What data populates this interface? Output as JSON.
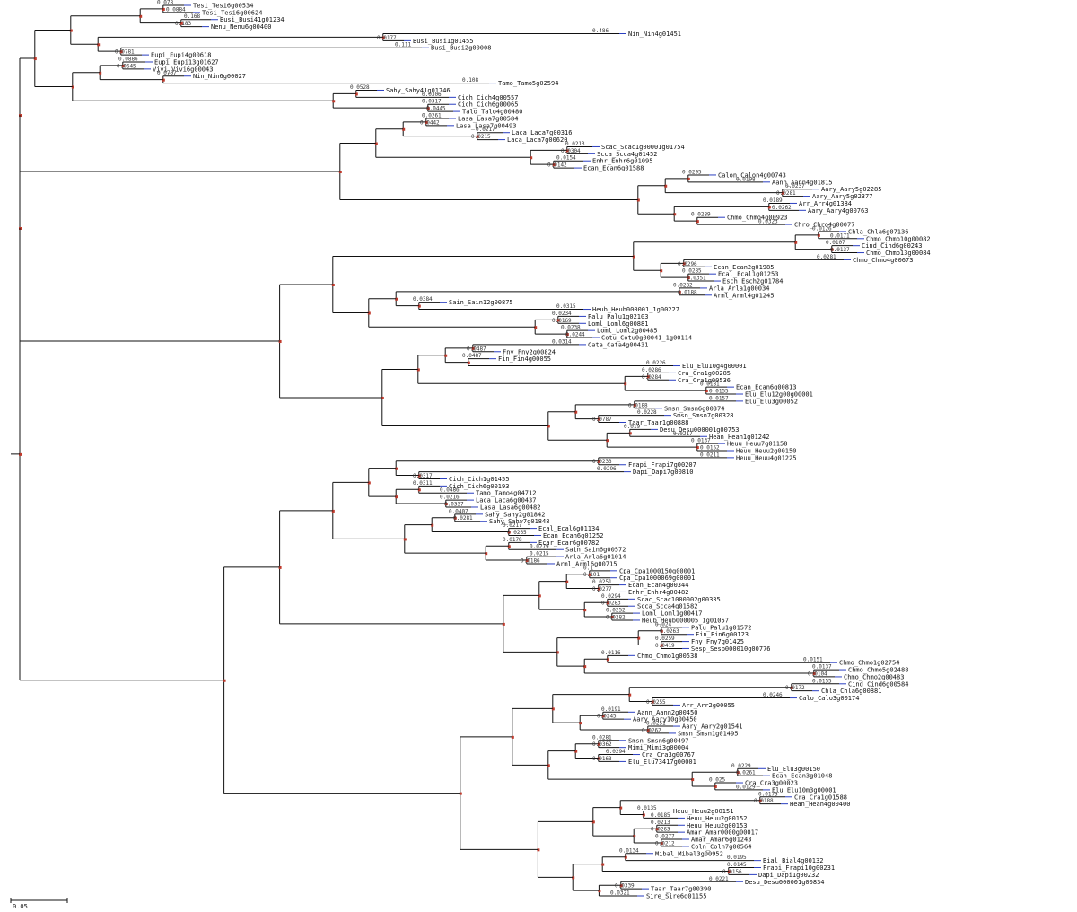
{
  "scale_bar": {
    "label": "0.05"
  },
  "leaves": [
    {
      "name": "Tesi_Tesi6g00534",
      "value": "0.078"
    },
    {
      "name": "Tesi_Tesi6g00624",
      "value": "0.0884"
    },
    {
      "name": "Busi_Busi41g01234",
      "value": "0.168"
    },
    {
      "name": "Nenu_Nenu6g00400",
      "value": "0.183"
    },
    {
      "name": "Nin_Nin4g01451",
      "value": "0.486"
    },
    {
      "name": "Busi_Busi1g01455",
      "value": "0.0177"
    },
    {
      "name": "Busi_Busi2g00008",
      "value": "0.111"
    },
    {
      "name": "Eupi_Eupi4g00618",
      "value": "0.0781"
    },
    {
      "name": "Eupi_Eupi13g01627",
      "value": "0.0886"
    },
    {
      "name": "Vivi_Vivi6g00043",
      "value": "0.0645"
    },
    {
      "name": "Nin_Nin6g00027",
      "value": "0.0707"
    },
    {
      "name": "Tamo_Tamo5g02594",
      "value": "0.108"
    },
    {
      "name": "Sahy_Sahy41g01746",
      "value": "0.0528"
    },
    {
      "name": "Cich_Cich4g00557",
      "value": "0.0306"
    },
    {
      "name": "Cich_Cich6g00065",
      "value": "0.0317"
    },
    {
      "name": "Talo_Talo4g00480",
      "value": "0.0445"
    },
    {
      "name": "Lasa_Lasa7g00584",
      "value": "0.0261"
    },
    {
      "name": "Lasa_Lasa7g00493",
      "value": "0.0442"
    },
    {
      "name": "Laca_Laca7g00316",
      "value": "0.0217"
    },
    {
      "name": "Laca_Laca7g00620",
      "value": "0.0215"
    },
    {
      "name": "Scac_Scac1g00001g01754",
      "value": "0.0213"
    },
    {
      "name": "Scca_Scca4g01452",
      "value": "0.0304"
    },
    {
      "name": "Enhr_Enhr6g01095",
      "value": "0.0154"
    },
    {
      "name": "Ecan_Ecan6g01588",
      "value": "0.0142"
    },
    {
      "name": "Calon_Calon4g00743",
      "value": "0.0295"
    },
    {
      "name": "Aann_Aann4g01815",
      "value": "0.0198"
    },
    {
      "name": "Aary_Aary5g02285",
      "value": "0.0237"
    },
    {
      "name": "Aary_Aary5g02377",
      "value": "0.0281"
    },
    {
      "name": "Arr_Arr4g01384",
      "value": "0.0189"
    },
    {
      "name": "Aary_Aary4g00763",
      "value": "0.0262"
    },
    {
      "name": "Chmo_Chmo4g00923",
      "value": "0.0289"
    },
    {
      "name": "Chro_Chro4g00077",
      "value": "0.0323"
    },
    {
      "name": "Chla_Chla6g07136",
      "value": "0.0126"
    },
    {
      "name": "Chmo_Chmo10g00082",
      "value": "0.0171"
    },
    {
      "name": "Cind_Cind6g00243",
      "value": "0.0107"
    },
    {
      "name": "Chmo_Chmo13g00084",
      "value": "0.0137"
    },
    {
      "name": "Chmo_Chmo4g00673",
      "value": "0.0281"
    },
    {
      "name": "Ecan_Ecan2g01985",
      "value": "0.0296"
    },
    {
      "name": "Ecal_Ecal1g01253",
      "value": "0.0285"
    },
    {
      "name": "Esch_Esch2g01784",
      "value": "0.0351"
    },
    {
      "name": "Arla_Arla1g00034",
      "value": "0.0282"
    },
    {
      "name": "Arml_Arml4g01245",
      "value": "0.0188"
    },
    {
      "name": "Sain_Sain12g00875",
      "value": "0.0384"
    },
    {
      "name": "Heub_Heub000001_1g00227",
      "value": "0.0315"
    },
    {
      "name": "Palu_Palu1g02103",
      "value": "0.0234"
    },
    {
      "name": "Loml_Loml6g00881",
      "value": "0.0169"
    },
    {
      "name": "Loml_Loml2g00485",
      "value": "0.0238"
    },
    {
      "name": "Cotu_Cotu0g00041_1g00114",
      "value": "0.0244"
    },
    {
      "name": "Cata_Cata4g00431",
      "value": "0.0314"
    },
    {
      "name": "Fny_Fny2g00824",
      "value": "0.0487"
    },
    {
      "name": "Fin_Fin4g00055",
      "value": "0.0487"
    },
    {
      "name": "Elu_Elu10g4g00001",
      "value": "0.0226"
    },
    {
      "name": "Cra_Cra1g00285",
      "value": "0.0286"
    },
    {
      "name": "Cra_Cra1g00536",
      "value": "0.0284"
    },
    {
      "name": "Ecan_Ecan6g00813",
      "value": "0.0181"
    },
    {
      "name": "Elu_Elu12g00g00001",
      "value": "0.0155"
    },
    {
      "name": "Elu_Elu3g00052",
      "value": "0.0157"
    },
    {
      "name": "Smsn_Smsn6g00374",
      "value": "0.0188"
    },
    {
      "name": "Smsn_Smsn7g00328",
      "value": "0.0228"
    },
    {
      "name": "Taar_Taar1g00888",
      "value": "0.0787"
    },
    {
      "name": "Desu_Desu000001g00753",
      "value": "0.019"
    },
    {
      "name": "Hean_Hean1g01242",
      "value": "0.0217"
    },
    {
      "name": "Heuu_Heuu7g01158",
      "value": "0.0137"
    },
    {
      "name": "Heuu_Heuu2g00150",
      "value": "0.0152"
    },
    {
      "name": "Heuu_Heuu4g01225",
      "value": "0.0211"
    },
    {
      "name": "Frapi_Frapi7g00207",
      "value": "0.0233"
    },
    {
      "name": "Dapi_Dapi7g00810",
      "value": "0.0296"
    },
    {
      "name": "Cich_Cich1g01455",
      "value": "0.0317"
    },
    {
      "name": "Cich_Cich6g00193",
      "value": "0.0311"
    },
    {
      "name": "Tamo_Tamo4g04712",
      "value": "0.0486"
    },
    {
      "name": "Laca_Laca6g00437",
      "value": "0.0216"
    },
    {
      "name": "Lasa_Lasa6g00482",
      "value": "0.0337"
    },
    {
      "name": "Sahy_Sahy2g01842",
      "value": "0.0407"
    },
    {
      "name": "Sahy_Sahy7g01848",
      "value": "0.0281"
    },
    {
      "name": "Ecal_Ecal6g01134",
      "value": "0.0217"
    },
    {
      "name": "Ecan_Ecan6g01252",
      "value": "0.0265"
    },
    {
      "name": "Ecar_Ecar6g00782",
      "value": "0.0178"
    },
    {
      "name": "Sain_Sain6g00572",
      "value": "0.0279"
    },
    {
      "name": "Arla_Arla6g01014",
      "value": "0.0215"
    },
    {
      "name": "Arml_Arml6g00715",
      "value": "0.0186"
    },
    {
      "name": "Cpa_Cpa1000150g00001",
      "value": "0.1"
    },
    {
      "name": "Cpa_Cpa1000069g00001",
      "value": "0.101"
    },
    {
      "name": "Ecan_Ecan4g00344",
      "value": "0.0251"
    },
    {
      "name": "Enhr_Enhr4g00482",
      "value": "0.0277"
    },
    {
      "name": "Scac_Scac1000002g00335",
      "value": "0.0294"
    },
    {
      "name": "Scca_Scca4g01582",
      "value": "0.0283"
    },
    {
      "name": "Loml_Loml1g00417",
      "value": "0.0252"
    },
    {
      "name": "Heub_Heub000005_1g01057",
      "value": "0.0282"
    },
    {
      "name": "Palu_Palu1g01572",
      "value": "0.024"
    },
    {
      "name": "Fin_Fin6g00123",
      "value": "0.0263"
    },
    {
      "name": "Fny_Fny7g01425",
      "value": "0.0259"
    },
    {
      "name": "Sesp_Sesp000010g00776",
      "value": "0.0419"
    },
    {
      "name": "Chmo_Chmo1g00538",
      "value": "0.0116"
    },
    {
      "name": "Chmo_Chmo1g02754",
      "value": "0.0151"
    },
    {
      "name": "Chmo_Chmo5g02488",
      "value": "0.0137"
    },
    {
      "name": "Chmo_Chmo2g00483",
      "value": "0.0104"
    },
    {
      "name": "Cind_Cind6g00584",
      "value": "0.0155"
    },
    {
      "name": "Chla_Chla6g00881",
      "value": "0.0172"
    },
    {
      "name": "Calo_Calo3g00174",
      "value": "0.0246"
    },
    {
      "name": "Arr_Arr2g00055",
      "value": "0.0255"
    },
    {
      "name": "Aann_Aann2g00450",
      "value": "0.0191"
    },
    {
      "name": "Aary_Aary10g00450",
      "value": "0.0245"
    },
    {
      "name": "Aary_Aary2g01541",
      "value": "0.0251"
    },
    {
      "name": "Smsn_Smsn1g01495",
      "value": "0.0262"
    },
    {
      "name": "Smsn_Smsn6g00497",
      "value": "0.0281"
    },
    {
      "name": "Mimi_Mimi3g00004",
      "value": "0.0362"
    },
    {
      "name": "Cra_Cra3g00767",
      "value": "0.0294"
    },
    {
      "name": "Elu_Elu73417g00001",
      "value": "0.0163"
    },
    {
      "name": "Elu_Elu3g00150",
      "value": "0.0229"
    },
    {
      "name": "Ecan_Ecan3g01048",
      "value": "0.0261"
    },
    {
      "name": "Cra_Cra3g00023",
      "value": "0.025"
    },
    {
      "name": "Elu_Elu10m3g00001",
      "value": "0.0129"
    },
    {
      "name": "Cra_Cra1g01588",
      "value": "0.0173"
    },
    {
      "name": "Hean_Hean4g00400",
      "value": "0.0188"
    },
    {
      "name": "Heuu_Heuu2g00151",
      "value": "0.0135"
    },
    {
      "name": "Heuu_Heuu2g00152",
      "value": "0.0185"
    },
    {
      "name": "Heuu_Heuu2g00153",
      "value": "0.0213"
    },
    {
      "name": "Amar_Amar0000g00017",
      "value": "0.0263"
    },
    {
      "name": "Amar_Amar6g01243",
      "value": "0.0277"
    },
    {
      "name": "Coln_Coln7g00564",
      "value": "0.0212"
    },
    {
      "name": "Mibal_Mibal3g00952",
      "value": "0.0134"
    },
    {
      "name": "Bial_Bial4g00132",
      "value": "0.0195"
    },
    {
      "name": "Frapi_Frapi10g00231",
      "value": "0.0145"
    },
    {
      "name": "Dapi_Dapi1g00232",
      "value": "0.0156"
    },
    {
      "name": "Desu_Desu000001g00834",
      "value": "0.0221"
    },
    {
      "name": "Taar_Taar7g00390",
      "value": "0.0339"
    },
    {
      "name": "Sire_Sire6g01155",
      "value": "0.0321"
    }
  ]
}
